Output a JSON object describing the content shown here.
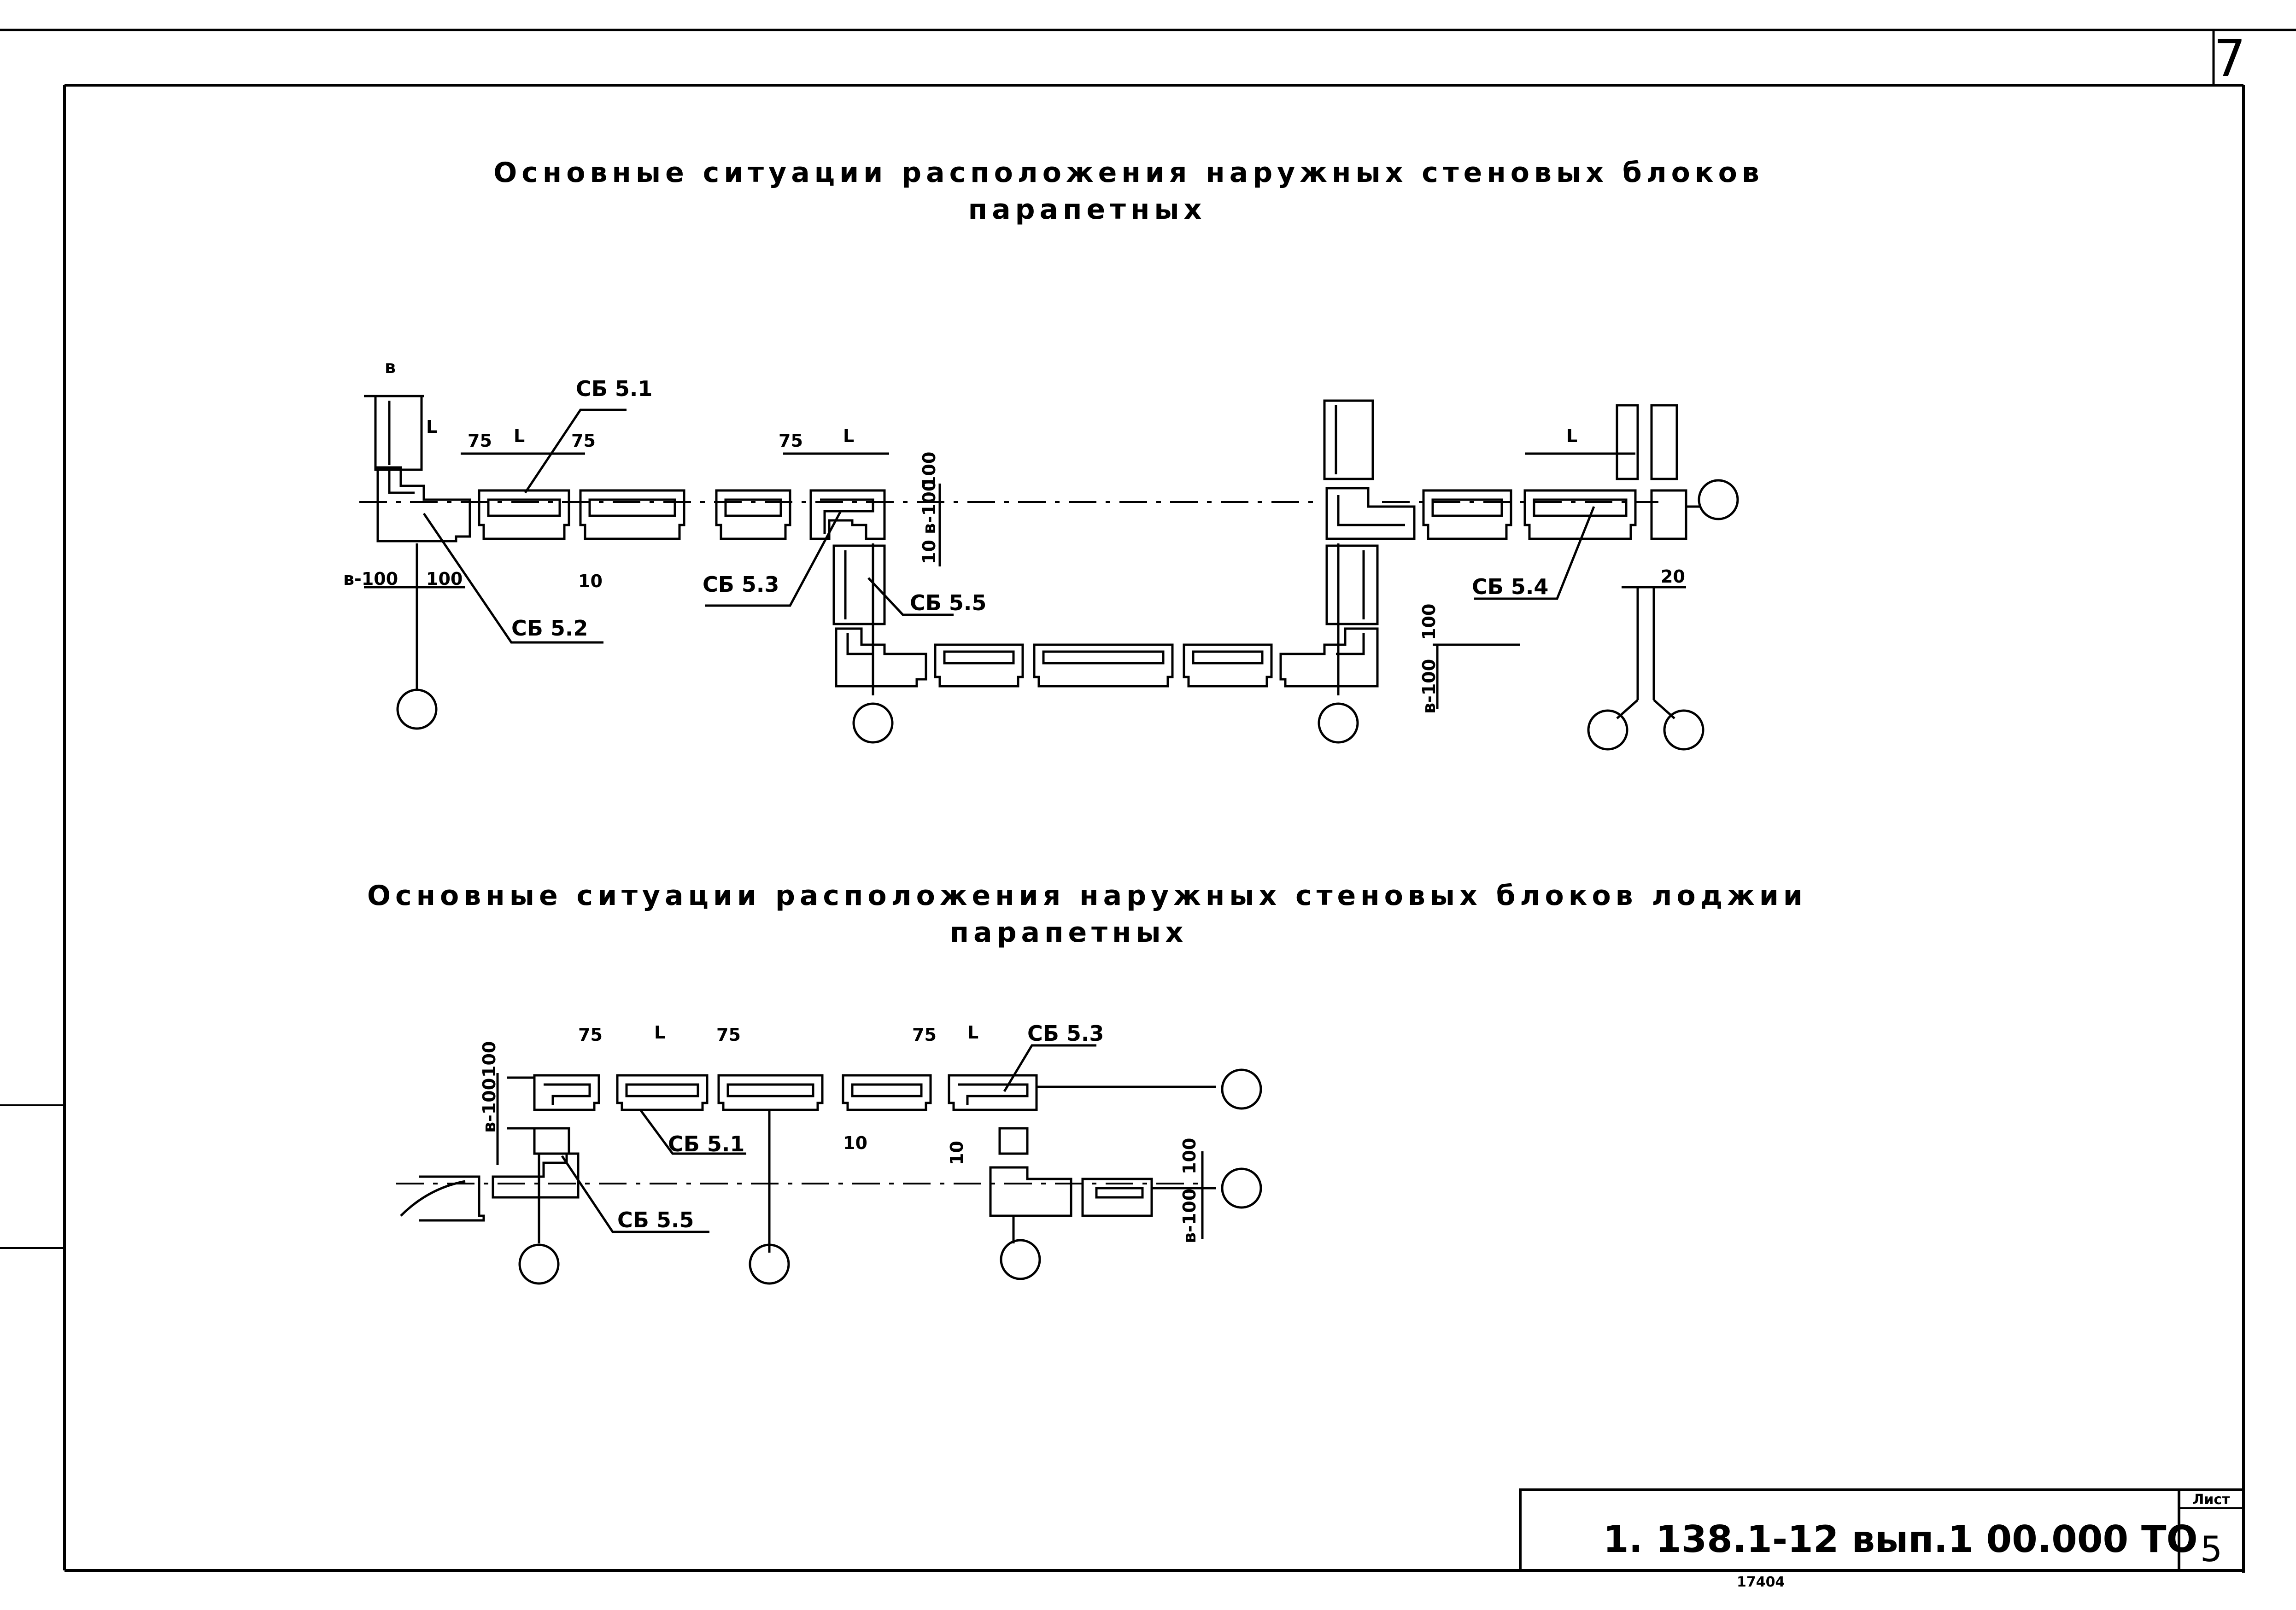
{
  "sheet_number_corner": "7",
  "title_top": {
    "line1": "Основные ситуации расположения наружных стеновых блоков",
    "line2": "парапетных"
  },
  "title_bottom": {
    "line1": "Основные ситуации расположения наружных стеновых блоков лоджии",
    "line2": "парапетных"
  },
  "top_diagram": {
    "block_labels": [
      "СБ 5.1",
      "СБ 5.2",
      "СБ 5.3",
      "СБ 5.5",
      "СБ 5.4"
    ],
    "dimensions": {
      "b": "в",
      "l": "L",
      "75": "75",
      "100": "100",
      "10": "10",
      "20": "20",
      "b_minus_100": "в-100"
    }
  },
  "bottom_diagram": {
    "block_labels": [
      "СБ 5.1",
      "СБ 5.3",
      "СБ 5.5"
    ],
    "dimensions": {
      "75": "75",
      "l": "L",
      "100": "100",
      "10": "10",
      "b_minus_100": "в-100"
    }
  },
  "stamp": {
    "code": "1. 138.1-12 вып.1  00.000 ТО",
    "sheet_label": "Лист",
    "sheet_number": "5",
    "archive_note": "17404"
  }
}
